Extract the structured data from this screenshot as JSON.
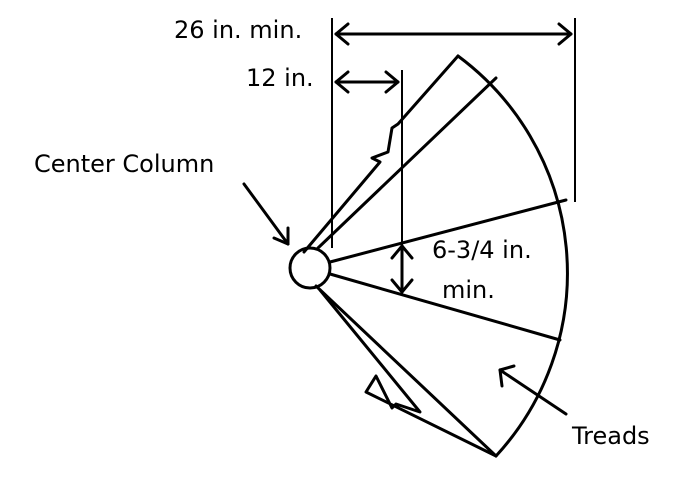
{
  "diagram": {
    "labels": {
      "overall_width": "26 in. min.",
      "tread_depth": "12 in.",
      "center_column": "Center Column",
      "headroom_line1": "6-3/4 in.",
      "headroom_line2": "min.",
      "treads": "Treads"
    },
    "colors": {
      "line": "#000000",
      "background": "#ffffff"
    }
  }
}
